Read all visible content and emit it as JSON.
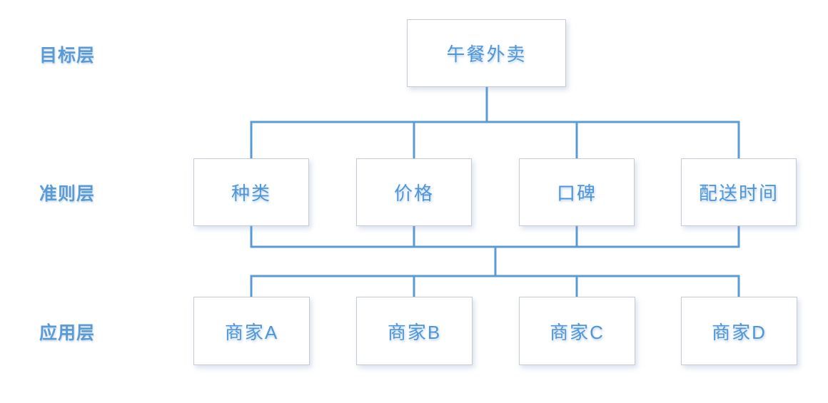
{
  "theme": {
    "line_color": "#5B9BD5",
    "text_color": "#4E96D9",
    "label_color": "#5B9BD5",
    "box_border_color": "#C6CBD3",
    "background": "#FFFFFF"
  },
  "diagram": {
    "type": "hierarchy",
    "layers": [
      {
        "label": "目标层",
        "nodes": [
          "午餐外卖"
        ]
      },
      {
        "label": "准则层",
        "nodes": [
          "种类",
          "价格",
          "口碑",
          "配送时间"
        ]
      },
      {
        "label": "应用层",
        "nodes": [
          "商家A",
          "商家B",
          "商家C",
          "商家D"
        ]
      }
    ]
  }
}
